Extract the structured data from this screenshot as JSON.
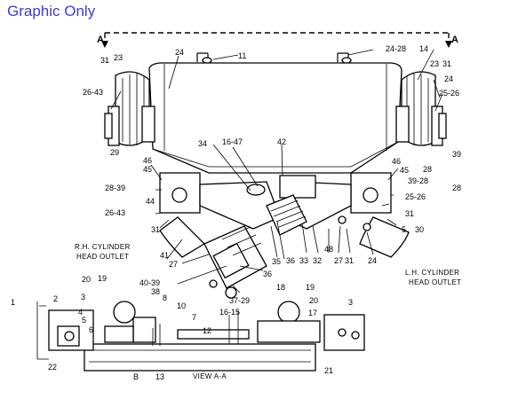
{
  "header": {
    "title": "Graphic Only"
  },
  "section_markers": {
    "left": "A",
    "right": "A"
  },
  "callouts": {
    "c31a": "31",
    "c23a": "23",
    "c24a": "24",
    "c11": "11",
    "c24_28": "24-28",
    "c14": "14",
    "c23b": "23",
    "c31b": "31",
    "c26_43a": "26-43",
    "c24b": "24",
    "c25_26a": "25-26",
    "c34": "34",
    "c16_47": "16-47",
    "c42": "42",
    "c46a": "46",
    "c45a": "45",
    "c28_39": "28-39",
    "c29": "29",
    "c46b": "46",
    "c45b": "45",
    "c39_28": "39-28",
    "c28a": "28",
    "c39": "39",
    "c28b": "28",
    "c44": "44",
    "c26_43b": "26-43",
    "c31c": "31",
    "c41": "41",
    "c27a": "27",
    "c40_39": "40-39",
    "c38": "38",
    "c36a": "36",
    "c35": "35",
    "c36b": "36",
    "c33": "33",
    "c32": "32",
    "c48": "48",
    "c27b": "27",
    "c31d": "31",
    "c24c": "24",
    "c5a": "5",
    "c30": "30",
    "c25_26b": "25-26",
    "c31e": "31",
    "c37_29": "37-29",
    "c1": "1",
    "c2": "2",
    "c3a": "3",
    "c4": "4",
    "c5b": "5",
    "c6": "6",
    "c22": "22",
    "c20a": "20",
    "c19a": "19",
    "c8": "8",
    "c10": "10",
    "c7": "7",
    "c12": "12",
    "cB": "B",
    "c13": "13",
    "c16_15": "16-15",
    "c18": "18",
    "c19b": "19",
    "c20b": "20",
    "c17": "17",
    "c3b": "3",
    "c21": "21"
  },
  "captions": {
    "rh_outlet_1": "R.H. CYLINDER",
    "rh_outlet_2": "HEAD OUTLET",
    "lh_outlet_1": "L.H. CYLINDER",
    "lh_outlet_2": "HEAD OUTLET",
    "view": "VIEW A-A"
  }
}
